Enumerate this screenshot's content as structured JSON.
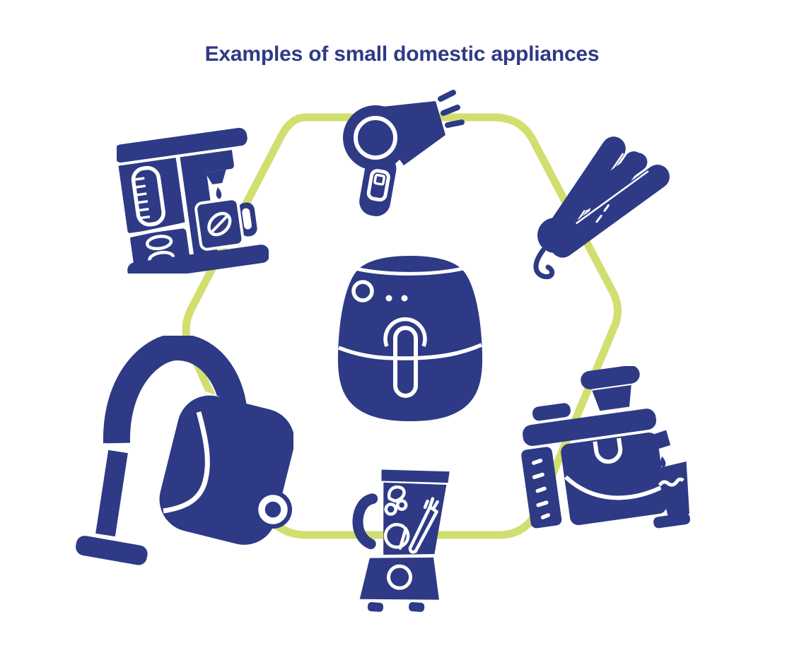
{
  "title": {
    "text": "Examples of small domestic appliances"
  },
  "colors": {
    "appliance_navy": "#2e3a85",
    "connector_green": "#d2df70",
    "detail_white": "#ffffff",
    "background": "#ffffff"
  },
  "connector": {
    "shape": "rounded-hexagon-outline"
  },
  "icons": [
    {
      "name": "coffee-machine-icon",
      "label": "coffee machine",
      "position": "top-left"
    },
    {
      "name": "hair-dryer-icon",
      "label": "hair dryer",
      "position": "top-center"
    },
    {
      "name": "hair-straightener-icon",
      "label": "hair straightener",
      "position": "top-right"
    },
    {
      "name": "air-fryer-icon",
      "label": "air fryer",
      "position": "center"
    },
    {
      "name": "vacuum-cleaner-icon",
      "label": "vacuum cleaner",
      "position": "bottom-left"
    },
    {
      "name": "blender-icon",
      "label": "blender",
      "position": "bottom-center"
    },
    {
      "name": "juicer-icon",
      "label": "juicer",
      "position": "bottom-right"
    }
  ]
}
